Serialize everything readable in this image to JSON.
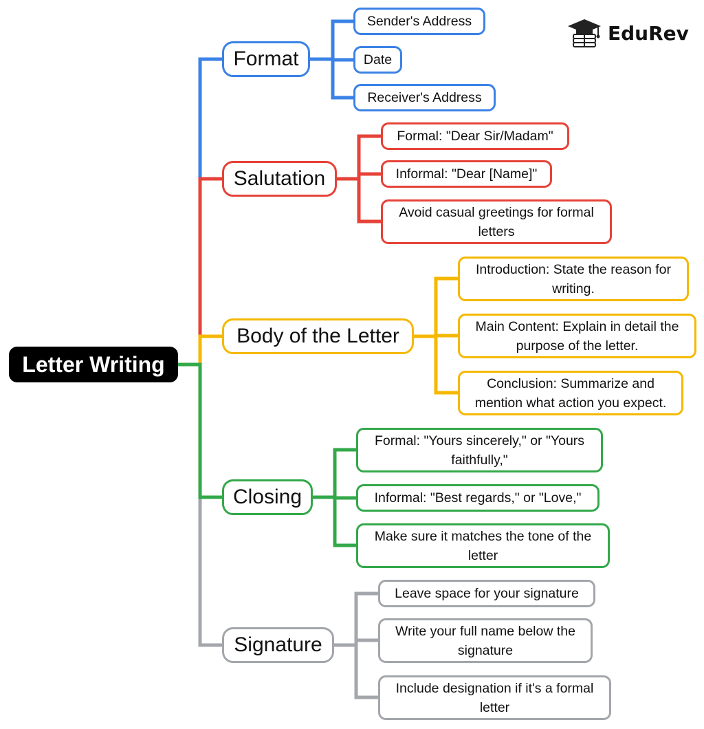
{
  "brand": {
    "name": "EduRev",
    "icon": "graduation-cap-books-icon"
  },
  "colors": {
    "format": "#3b82e6",
    "salutation": "#e64238",
    "body": "#f5b800",
    "closing": "#33a84a",
    "signature": "#a3a6ab",
    "root": "#000000"
  },
  "root": {
    "label": "Letter Writing"
  },
  "branches": [
    {
      "id": "format",
      "label": "Format",
      "children": [
        "Sender's Address",
        "Date",
        "Receiver's Address"
      ]
    },
    {
      "id": "salutation",
      "label": "Salutation",
      "children": [
        "Formal: \"Dear Sir/Madam\"",
        "Informal: \"Dear [Name]\"",
        "Avoid casual greetings for formal letters"
      ]
    },
    {
      "id": "body",
      "label": "Body of the Letter",
      "children": [
        "Introduction: State the reason for writing.",
        "Main Content: Explain in detail the purpose of the letter.",
        "Conclusion: Summarize and mention what action you expect."
      ]
    },
    {
      "id": "closing",
      "label": "Closing",
      "children": [
        "Formal: \"Yours sincerely,\" or \"Yours faithfully,\"",
        "Informal: \"Best regards,\" or \"Love,\"",
        "Make sure it matches the tone of the letter"
      ]
    },
    {
      "id": "signature",
      "label": "Signature",
      "children": [
        "Leave space for your signature",
        "Write your full name below the signature",
        "Include designation if it's a formal letter"
      ]
    }
  ]
}
